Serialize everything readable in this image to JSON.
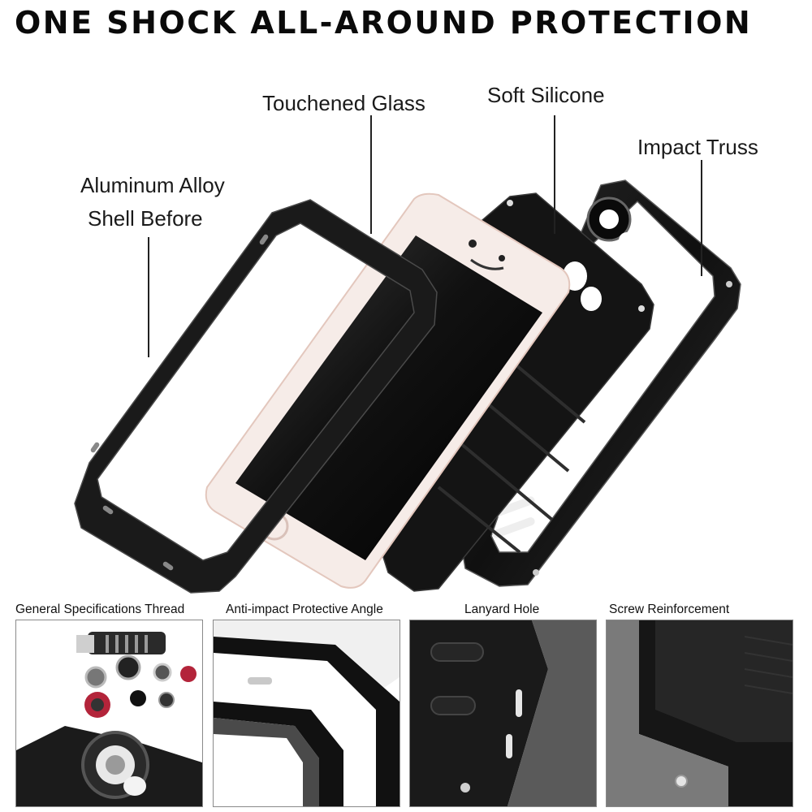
{
  "headline": "ONE SHOCK ALL-AROUND PROTECTION",
  "callouts": {
    "aluminum_line1": "Aluminum Alloy",
    "aluminum_line2": "Shell Before",
    "glass": "Touchened  Glass",
    "silicone": "Soft Silicone",
    "truss": "Impact Truss"
  },
  "details": [
    {
      "caption": "General Specifications Thread"
    },
    {
      "caption": "Anti-impact Protective Angle"
    },
    {
      "caption": "Lanyard Hole"
    },
    {
      "caption": "Screw Reinforcement"
    }
  ],
  "colors": {
    "metal_dark": "#1a1a1a",
    "metal_edge": "#4a4a4a",
    "phone_body": "#f6ece8",
    "screen": "#0d0d0d",
    "lens_red": "#b3243a"
  }
}
